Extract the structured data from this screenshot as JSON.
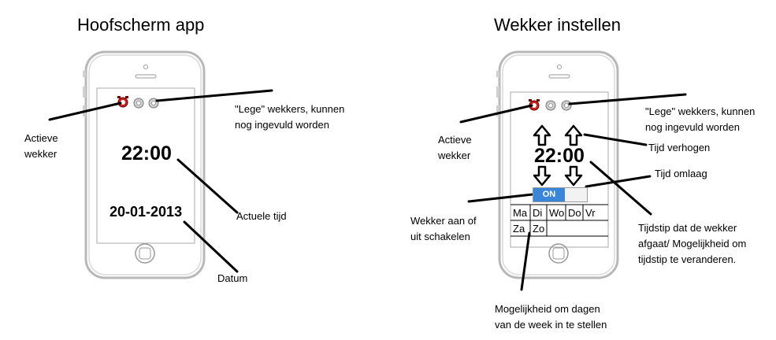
{
  "screens": [
    {
      "title": "Hoofscherm app",
      "time": "22:00",
      "date": "20-01-2013",
      "annotations": {
        "active_alarm": [
          "Actieve",
          "wekker"
        ],
        "empty_alarms": [
          "\"Lege\" wekkers, kunnen",
          "nog ingevuld worden"
        ],
        "current_time": "Actuele tijd",
        "date": "Datum"
      }
    },
    {
      "title": "Wekker instellen",
      "time": "22:00",
      "toggle": "ON",
      "days_row1": [
        "Ma",
        "Di",
        "Wo",
        "Do",
        "Vr"
      ],
      "days_row2": [
        "Za",
        "Zo"
      ],
      "annotations": {
        "active_alarm": [
          "Actieve",
          "wekker"
        ],
        "empty_alarms": [
          "\"Lege\" wekkers, kunnen",
          "nog ingevuld worden"
        ],
        "time_up": "Tijd verhogen",
        "time_down": "Tijd omlaag",
        "toggle": [
          "Wekker aan of",
          "uit schakelen"
        ],
        "alarm_time": [
          "Tijdstip dat de wekker",
          "afgaat/ Mogelijkheid om",
          "tijdstip te veranderen."
        ],
        "days": [
          "Mogelijkheid om dagen",
          "van de week in te stellen"
        ]
      }
    }
  ]
}
